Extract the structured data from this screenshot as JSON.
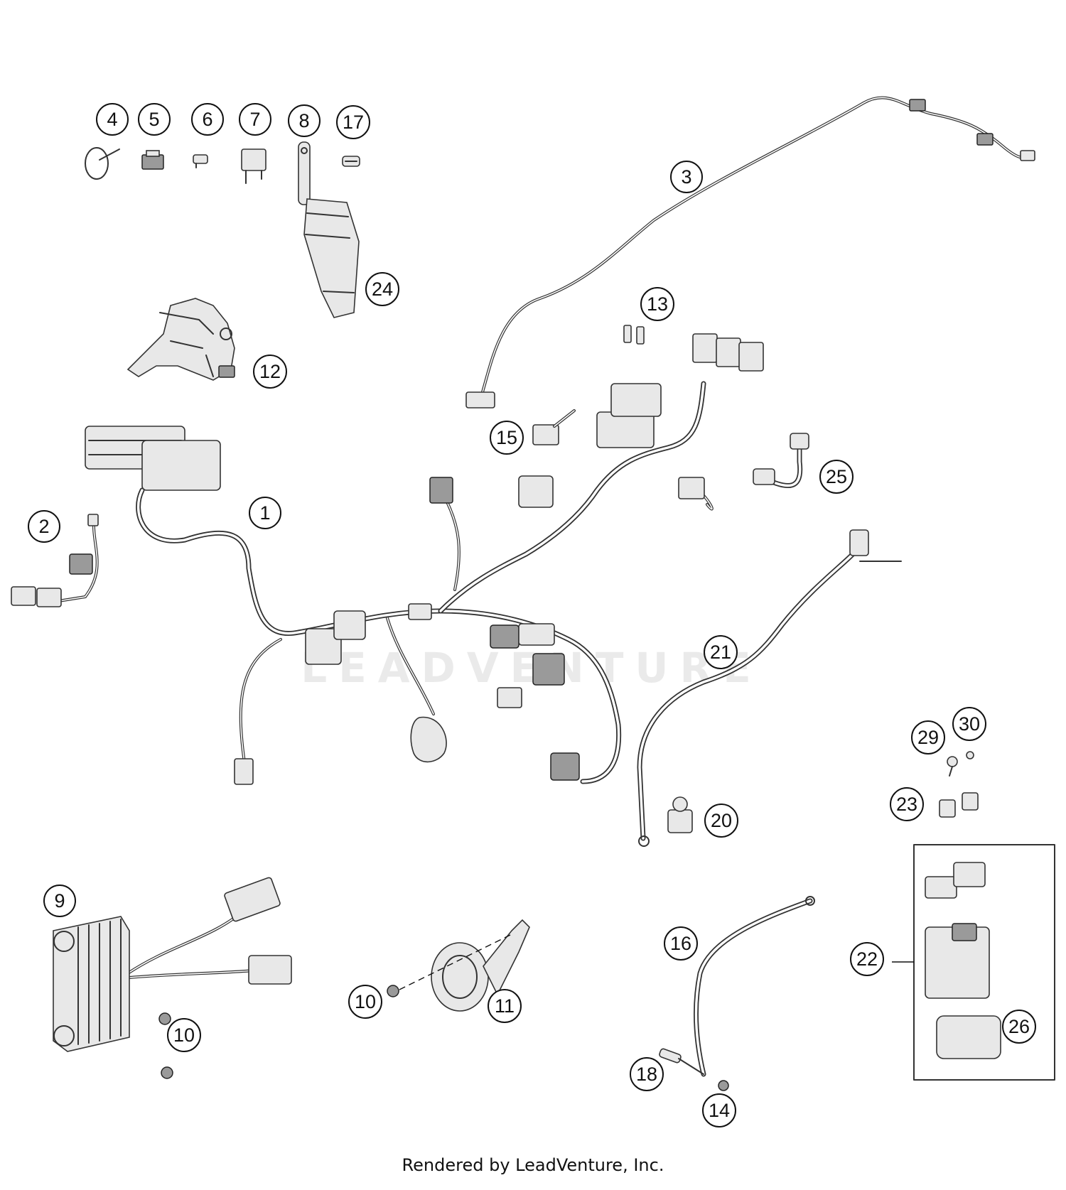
{
  "diagram": {
    "watermark": "LEADVENTURE",
    "footer": "Rendered by LeadVenture, Inc.",
    "callouts": [
      "1",
      "2",
      "3",
      "4",
      "5",
      "6",
      "7",
      "8",
      "9",
      "10",
      "10",
      "11",
      "12",
      "13",
      "14",
      "15",
      "16",
      "17",
      "18",
      "20",
      "21",
      "22",
      "23",
      "24",
      "25",
      "26",
      "29",
      "30"
    ]
  }
}
